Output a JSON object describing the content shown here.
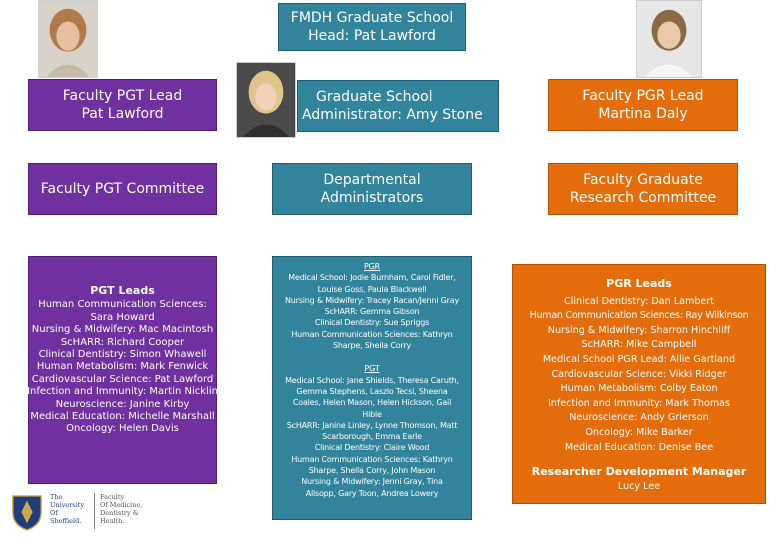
{
  "head": {
    "line1": "FMDH Graduate School",
    "line2": "Head: Pat Lawford"
  },
  "pgt_lead": {
    "line1": "Faculty PGT Lead",
    "line2": "Pat Lawford"
  },
  "admin": {
    "line1": "Graduate School",
    "line2": "Administrator: Amy Stone"
  },
  "pgr_lead": {
    "line1": "Faculty PGR Lead",
    "line2": "Martina Daly"
  },
  "pgt_committee": {
    "label": "Faculty PGT Committee"
  },
  "dept_admin": {
    "line1": "Departmental",
    "line2": "Administrators"
  },
  "pgr_committee": {
    "line1": "Faculty Graduate",
    "line2": "Research Committee"
  },
  "pgt_leads": {
    "title": "PGT Leads",
    "items": [
      "Human Communication Sciences:",
      "Sara Howard",
      "Nursing & Midwifery: Mac Macintosh",
      "ScHARR: Richard Cooper",
      "Clinical Dentistry: Simon Whawell",
      "Human Metabolism: Mark Fenwick",
      "Cardiovascular Science: Pat Lawford",
      "Infection and Immunity: Martin Nicklin",
      "Neuroscience: Janine Kirby",
      "Medical Education: Michelle Marshall",
      "Oncology: Helen Davis"
    ]
  },
  "dept_list": {
    "pgr_heading": "PGR",
    "pgr_lines": [
      "Medical School: Jodie Burnham, Carol Fidler,",
      "Louise Goss, Paula Blackwell",
      "Nursing & Midwifery: Tracey Racan/Jenni Gray",
      "ScHARR: Gemma Gibson",
      "Clinical Dentistry: Sue Spriggs",
      "Human Communication Sciences: Kathryn",
      "Sharpe, Sheila Corry"
    ],
    "pgt_heading": "PGT",
    "pgt_lines": [
      "Medical School: Jane Shields, Theresa Caruth,",
      "Gemma Stephens, Laszlo Tecsi, Sheena",
      "Coales, Helen Mason, Helen Hickson, Gail",
      "Hible",
      "ScHARR: Janine Linley, Lynne Thomson, Matt",
      "Scarborough, Emma Earle",
      "Clinical Dentistry: Claire Wood",
      "Human Communication Sciences: Kathryn",
      "Sharpe, Sheila Corry, John Mason",
      "Nursing & Midwifery: Jenni Gray, Tina",
      "Allsopp, Gary Toon, Andrea Lowery"
    ]
  },
  "pgr_leads": {
    "title": "PGR Leads",
    "items": [
      "Clinical Dentistry: Dan Lambert",
      "Human Communication Sciences: Ray Wilkinson",
      "Nursing & Midwifery: Sharron Hinchliff",
      "ScHARR: Mike Campbell",
      "Medical School PGR Lead: Allie Gartland",
      "Cardiovascular Science: Vikki Ridger",
      "Human Metabolism: Colby Eaton",
      "Infection and Immunity: Mark Thomas",
      "Neuroscience: Andy Grierson",
      "Oncology: Mike Barker",
      "Medical Education: Denise Bee"
    ],
    "rdm_title": "Researcher Development Manager",
    "rdm_name": "Lucy Lee"
  },
  "logo": {
    "university": [
      "The",
      "University",
      "Of",
      "Sheffield."
    ],
    "faculty": [
      "Faculty",
      "Of Medicine,",
      "Dentistry &",
      "Health."
    ]
  },
  "colors": {
    "purple": "#7030a0",
    "teal": "#31849b",
    "orange": "#e46c0a"
  }
}
